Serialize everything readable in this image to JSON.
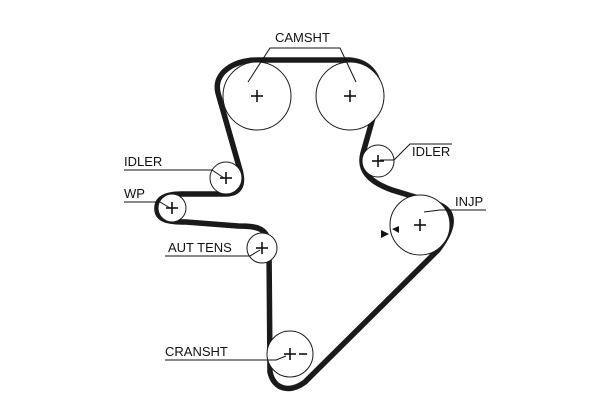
{
  "labels": {
    "camshaft": "CAMSHT",
    "idler_right": "IDLER",
    "idler_left": "IDLER",
    "water_pump": "WP",
    "injection_pump": "INJP",
    "auto_tensioner": "AUT TENS",
    "crankshaft": "CRANSHT"
  },
  "colors": {
    "belt": "#1a1a1a",
    "pulley_outline": "#1a1a1a",
    "text": "#111111",
    "background": "#ffffff"
  },
  "icons": {
    "pulley_center": "plus-icon",
    "crank_timing_mark": "minus-icon",
    "injection_timing_mark": "triangle-pointer-icon"
  }
}
